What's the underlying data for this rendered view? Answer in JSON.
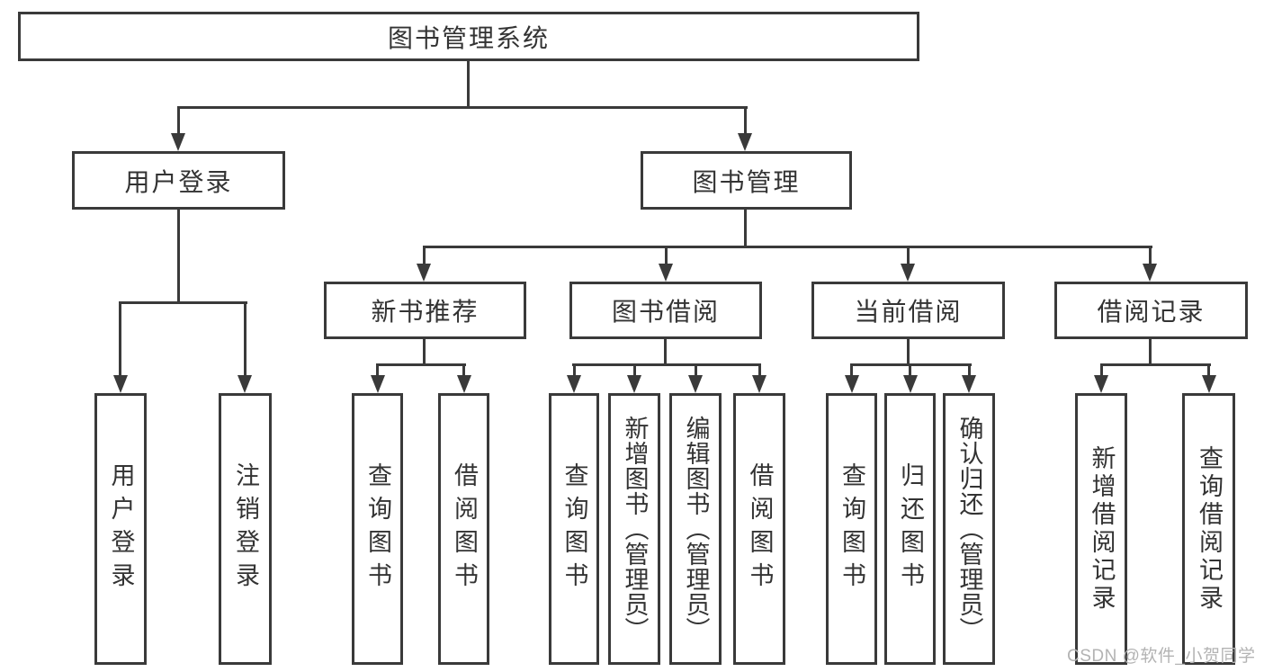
{
  "colors": {
    "line": "#3a3a3a",
    "text": "#333333",
    "watermark": "#b3b3b3",
    "background": "#ffffff"
  },
  "tree": {
    "root": {
      "label": "图书管理系统"
    },
    "branches": [
      {
        "label": "用户登录",
        "children": [
          {
            "label": "用户登录"
          },
          {
            "label": "注销登录"
          }
        ]
      },
      {
        "label": "图书管理",
        "children": [
          {
            "label": "新书推荐",
            "children": [
              {
                "label": "查询图书"
              },
              {
                "label": "借阅图书"
              }
            ]
          },
          {
            "label": "图书借阅",
            "children": [
              {
                "label": "查询图书"
              },
              {
                "label": "新增图书（管理员）"
              },
              {
                "label": "编辑图书（管理员）"
              },
              {
                "label": "借阅图书"
              }
            ]
          },
          {
            "label": "当前借阅",
            "children": [
              {
                "label": "查询图书"
              },
              {
                "label": "归还图书"
              },
              {
                "label": "确认归还（管理员）"
              }
            ]
          },
          {
            "label": "借阅记录",
            "children": [
              {
                "label": "新增借阅记录"
              },
              {
                "label": "查询借阅记录"
              }
            ]
          }
        ]
      }
    ]
  },
  "watermark": {
    "text": "CSDN @软件_小贺同学"
  }
}
